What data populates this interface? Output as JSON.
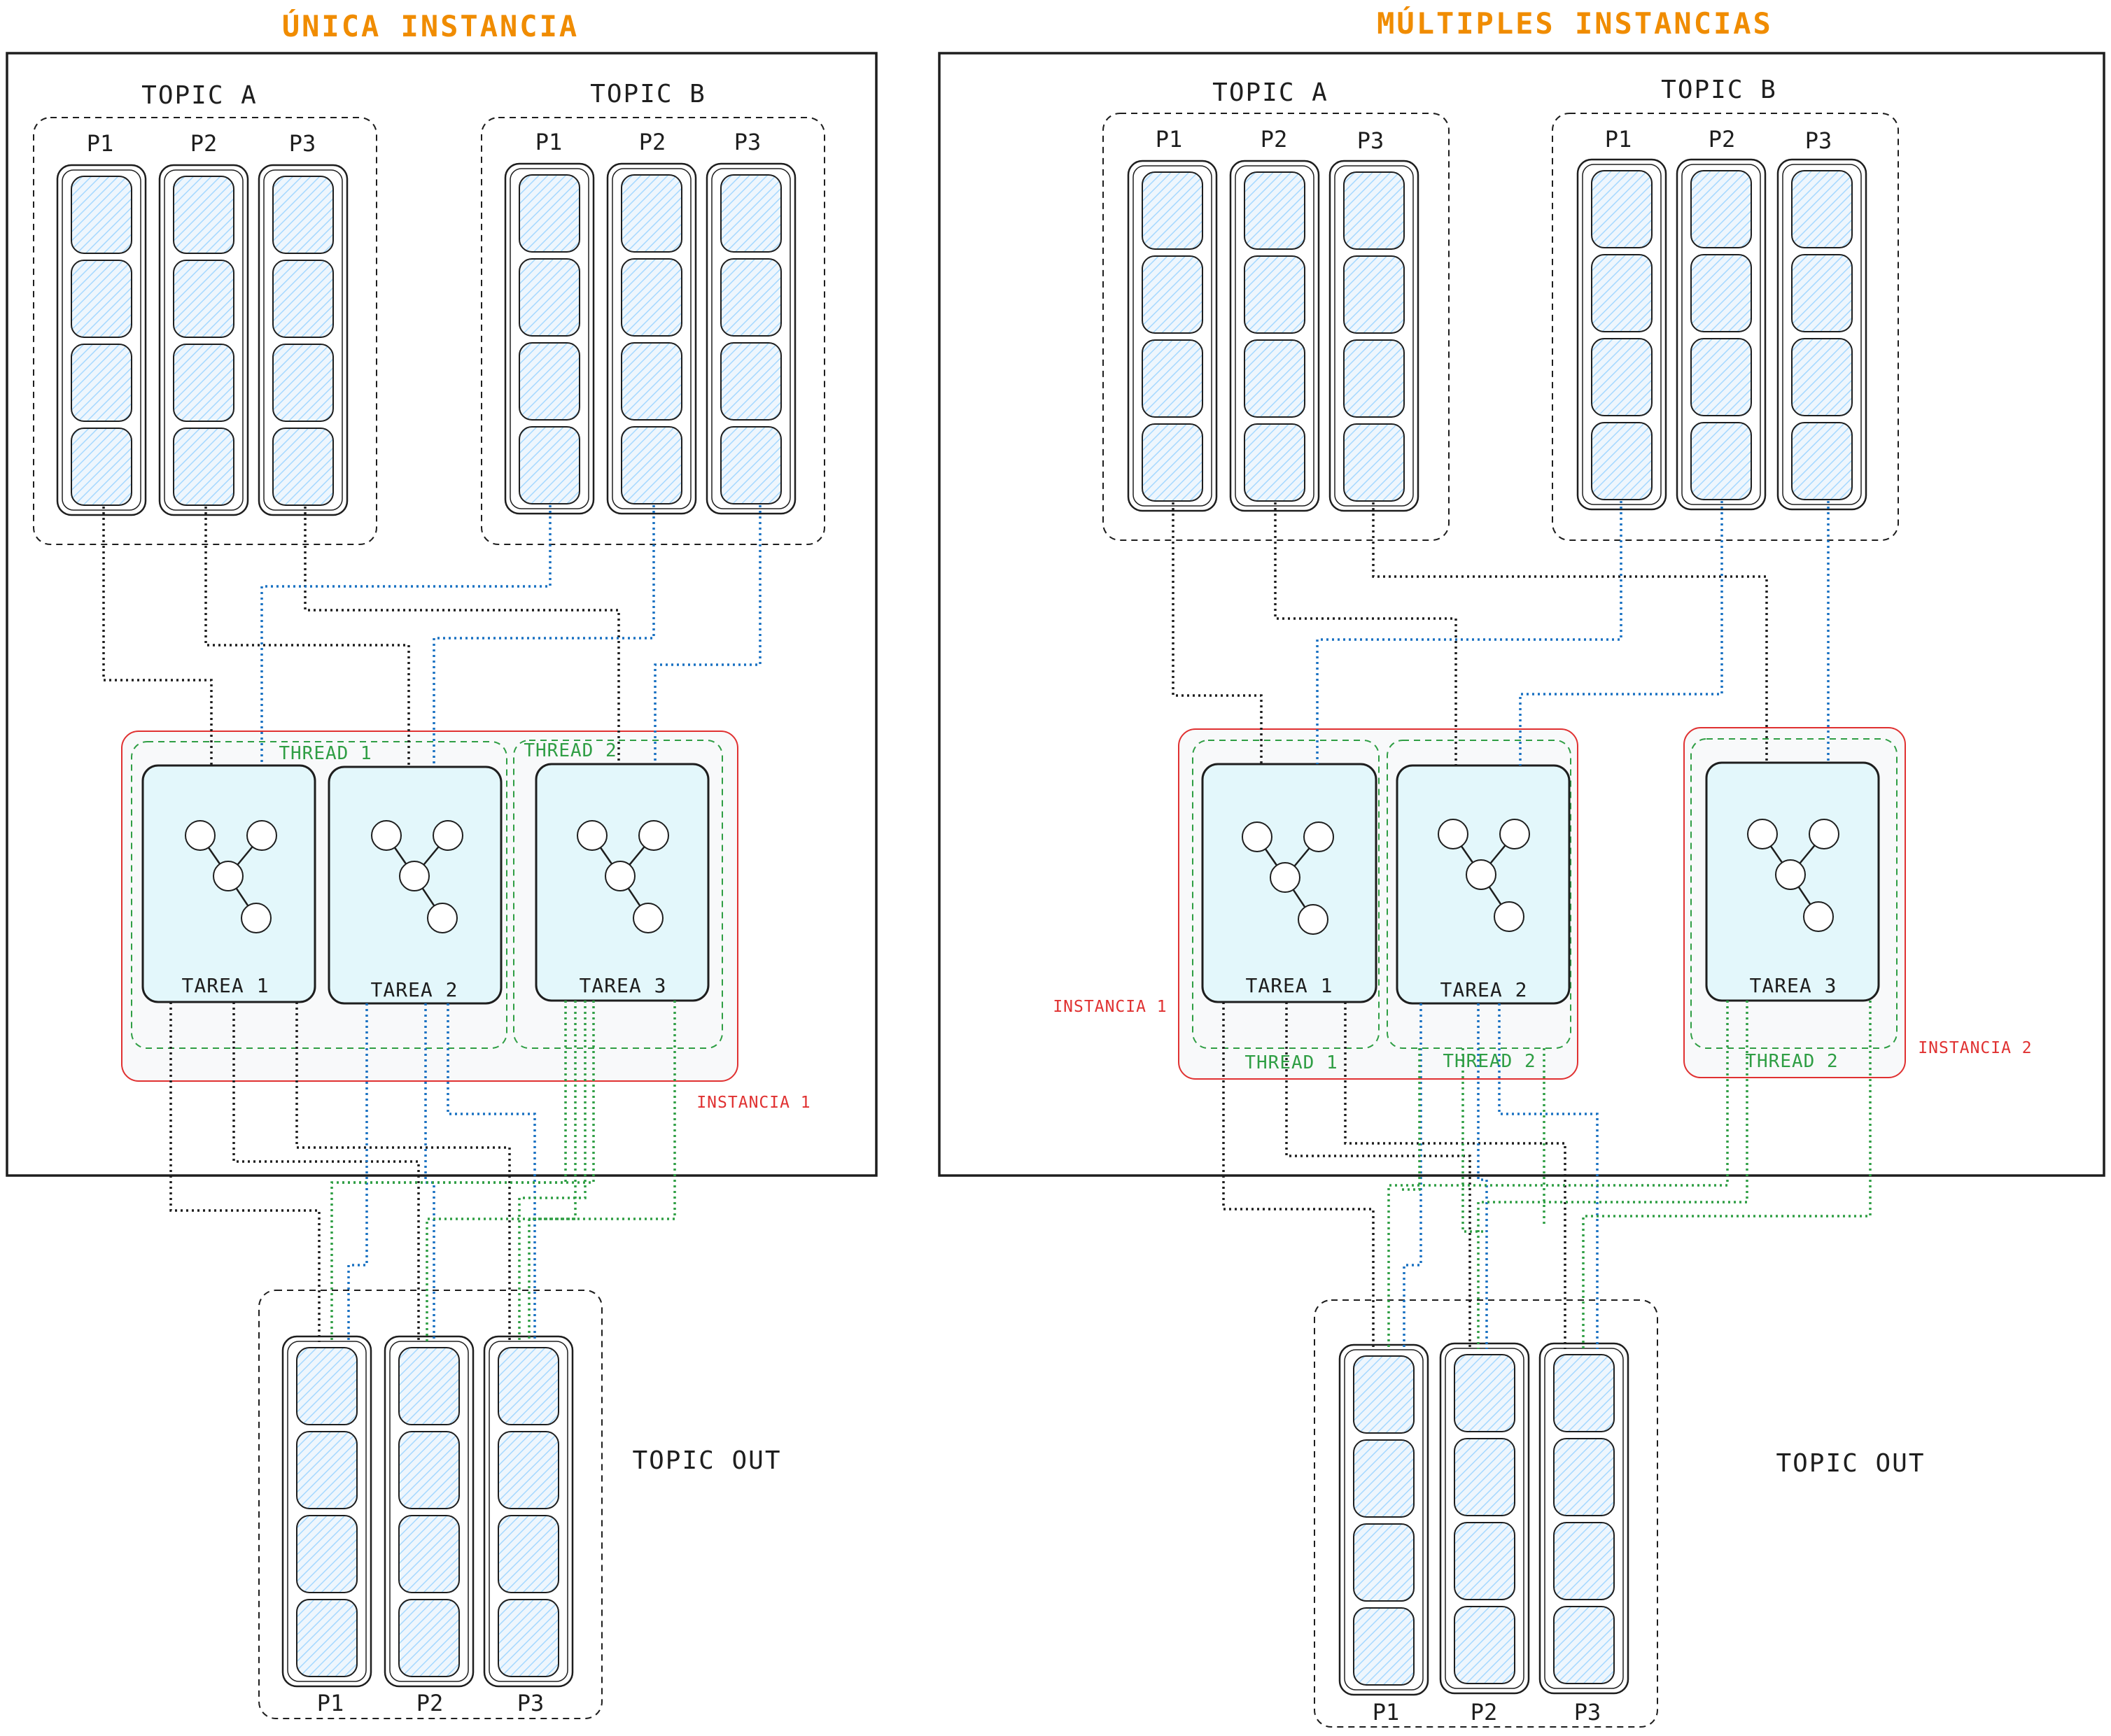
{
  "titles": {
    "single": "ÚNICA INSTANCIA",
    "multiple": "MÚLTIPLES INSTANCIAS"
  },
  "topics": {
    "topic_a": "TOPIC A",
    "topic_b": "TOPIC B",
    "topic_out": "TOPIC OUT"
  },
  "partitions": [
    "P1",
    "P2",
    "P3"
  ],
  "tasks": [
    "TAREA 1",
    "TAREA 2",
    "TAREA 3"
  ],
  "threads": [
    "THREAD 1",
    "THREAD 2"
  ],
  "instances": [
    "INSTANCIA 1",
    "INSTANCIA 2"
  ],
  "colors": {
    "title": "#f08c00",
    "instance_border": "#e03131",
    "thread_border": "#2f9e44",
    "task_fill": "#e3f7fb",
    "topic_a_link": "#1e1e1e",
    "topic_b_link": "#1971c2",
    "output_link": "#2f9e44"
  }
}
